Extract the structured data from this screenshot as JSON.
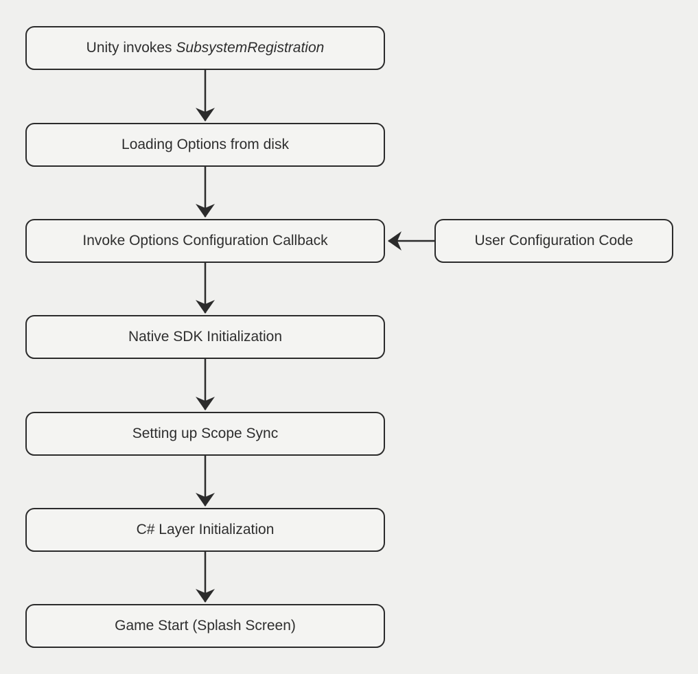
{
  "diagram": {
    "type": "flowchart",
    "direction": "top-down",
    "colors": {
      "background": "#f0f0ee",
      "node_fill": "#f4f4f2",
      "node_border": "#2b2b2b",
      "arrow": "#2b2b2b",
      "text": "#2e2e2e"
    },
    "nodes": [
      {
        "id": "unity-invokes-subsystem-registration",
        "label": "Unity invokes SubsystemRegistration",
        "label_prefix": "Unity invokes ",
        "label_italic": "SubsystemRegistration"
      },
      {
        "id": "loading-options-from-disk",
        "label": "Loading Options from disk"
      },
      {
        "id": "invoke-options-configuration-callback",
        "label": "Invoke Options Configuration Callback"
      },
      {
        "id": "user-configuration-code",
        "label": "User Configuration Code"
      },
      {
        "id": "native-sdk-initialization",
        "label": "Native SDK Initialization"
      },
      {
        "id": "setting-up-scope-sync",
        "label": "Setting up Scope Sync"
      },
      {
        "id": "csharp-layer-initialization",
        "label": "C# Layer Initialization"
      },
      {
        "id": "game-start-splash-screen",
        "label": "Game Start (Splash Screen)"
      }
    ],
    "edges": [
      {
        "from": "unity-invokes-subsystem-registration",
        "to": "loading-options-from-disk"
      },
      {
        "from": "loading-options-from-disk",
        "to": "invoke-options-configuration-callback"
      },
      {
        "from": "user-configuration-code",
        "to": "invoke-options-configuration-callback"
      },
      {
        "from": "invoke-options-configuration-callback",
        "to": "native-sdk-initialization"
      },
      {
        "from": "native-sdk-initialization",
        "to": "setting-up-scope-sync"
      },
      {
        "from": "setting-up-scope-sync",
        "to": "csharp-layer-initialization"
      },
      {
        "from": "csharp-layer-initialization",
        "to": "game-start-splash-screen"
      }
    ]
  }
}
